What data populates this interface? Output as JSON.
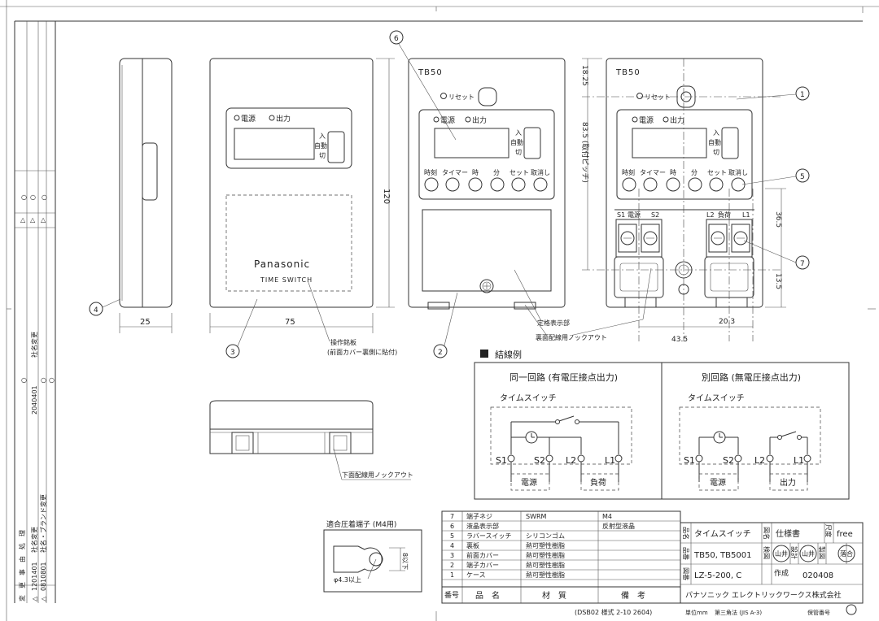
{
  "model": "TB50",
  "brand": "Panasonic",
  "product_label": "TIME SWITCH",
  "indicators": {
    "power": "電源",
    "output": "出力"
  },
  "switch": {
    "on": "入",
    "auto": "自動",
    "off": "切"
  },
  "reset_label": "リセット",
  "buttons": [
    "時刻",
    "タイマー",
    "時",
    "分",
    "セット",
    "取消し"
  ],
  "terminals_left": {
    "s1": "S1",
    "label": "電源",
    "s2": "S2"
  },
  "terminals_right": {
    "l2": "L2",
    "label": "負荷",
    "l1": "L1"
  },
  "dimensions": {
    "depth": "25",
    "width": "75",
    "height": "120",
    "top_margin": "18.25",
    "mount_pitch": "83.5 (取付ピッチ)",
    "terminal_height": "36.5",
    "bottom_margin": "13.5",
    "terminal_pitch": "43.5",
    "terminal_width": "20.3"
  },
  "callouts": {
    "c1": "1",
    "c2": "2",
    "c3": "3",
    "c4": "4",
    "c5": "5",
    "c6": "6",
    "c7": "7",
    "operation_plate": "操作銘板",
    "operation_plate_note": "(前面カバー裏側に貼付)",
    "rating_area": "定格表示部",
    "rear_knockout": "裏面配線用ノックアウト",
    "bottom_knockout": "下面配線用ノックアウト"
  },
  "wiring": {
    "heading": "結線例",
    "same_circuit_title": "同一回路 (有電圧接点出力)",
    "separate_circuit_title": "別回路 (無電圧接点出力)",
    "time_switch": "タイムスイッチ",
    "terminals": [
      "S1",
      "S2",
      "L2",
      "L1"
    ],
    "power": "電源",
    "load": "負荷",
    "output": "出力"
  },
  "crimp_terminal": {
    "title": "適合圧着端子 (M4用)",
    "width": "8以下",
    "hole": "φ4.3以上"
  },
  "parts_table": {
    "header": {
      "no": "番号",
      "name": "品　名",
      "material": "材　質",
      "remark": "備　考"
    },
    "rows": [
      {
        "no": "7",
        "name": "端子ネジ",
        "material": "SWRM",
        "remark": "M4"
      },
      {
        "no": "6",
        "name": "液晶表示部",
        "material": "",
        "remark": "反射型液晶"
      },
      {
        "no": "5",
        "name": "ラバースイッチ",
        "material": "シリコンゴム",
        "remark": ""
      },
      {
        "no": "4",
        "name": "裏板",
        "material": "熱可塑性樹脂",
        "remark": ""
      },
      {
        "no": "3",
        "name": "前面カバー",
        "material": "熱可塑性樹脂",
        "remark": ""
      },
      {
        "no": "2",
        "name": "端子カバー",
        "material": "熱可塑性樹脂",
        "remark": ""
      },
      {
        "no": "1",
        "name": "ケース",
        "material": "熱可塑性樹脂",
        "remark": ""
      }
    ]
  },
  "title_block": {
    "name_label": "品名",
    "name": "タイムスイッチ",
    "drawing_name_label": "図名",
    "drawing_name": "仕様書",
    "scale_label": "尺度",
    "scale": "free",
    "part_no_label": "品番",
    "part_no": "TB50, TB5001",
    "approve_label": "検図",
    "approver": "山井",
    "design_label": "設計",
    "designer": "山井",
    "draw_label": "製図",
    "drawer": "落合",
    "drawing_no_label": "図番",
    "drawing_no": "LZ-5-200, C",
    "date_label": "作成",
    "date": "020408",
    "company": "パナソニック エレクトリックワークス株式会社"
  },
  "footer": {
    "form": "(DSB02 様式 2-10 2604)",
    "units": "単位mm",
    "projection": "第三角法 (JIS A-3)",
    "storage": "保管番号"
  },
  "revision_block": {
    "header": "変　更　事　由　処　理",
    "rows": [
      {
        "mark": "△",
        "date": "1201401",
        "note": "社名変更"
      },
      {
        "mark": "△",
        "date": "0810801",
        "note": "社名・ブランド変更"
      },
      {
        "mark": "△",
        "date": "2040401",
        "note": "社名変更"
      }
    ],
    "dots": "○"
  }
}
